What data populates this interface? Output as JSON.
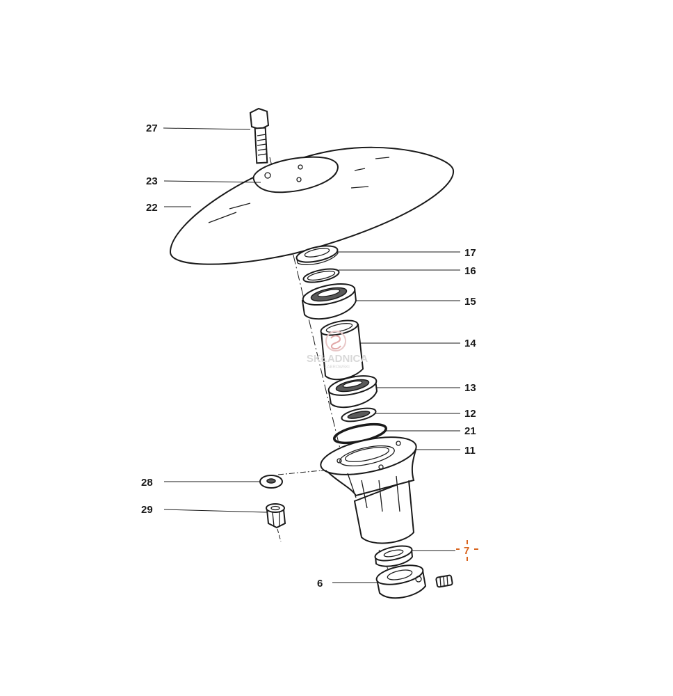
{
  "diagram": {
    "parts": [
      {
        "id": "part-27",
        "label": "27"
      },
      {
        "id": "part-23",
        "label": "23"
      },
      {
        "id": "part-22",
        "label": "22"
      },
      {
        "id": "part-17",
        "label": "17"
      },
      {
        "id": "part-16",
        "label": "16"
      },
      {
        "id": "part-15",
        "label": "15"
      },
      {
        "id": "part-14",
        "label": "14"
      },
      {
        "id": "part-13",
        "label": "13"
      },
      {
        "id": "part-12",
        "label": "12"
      },
      {
        "id": "part-21",
        "label": "21"
      },
      {
        "id": "part-11",
        "label": "11"
      },
      {
        "id": "part-28",
        "label": "28"
      },
      {
        "id": "part-29",
        "label": "29"
      },
      {
        "id": "part-7",
        "label": "7",
        "highlighted": true
      },
      {
        "id": "part-6",
        "label": "6"
      }
    ],
    "highlight_color": "#d9641e",
    "line_color": "#1a1a1a"
  },
  "watermark": {
    "brand": "SKŁADNICA",
    "sub": "ŁABROWSKI"
  }
}
